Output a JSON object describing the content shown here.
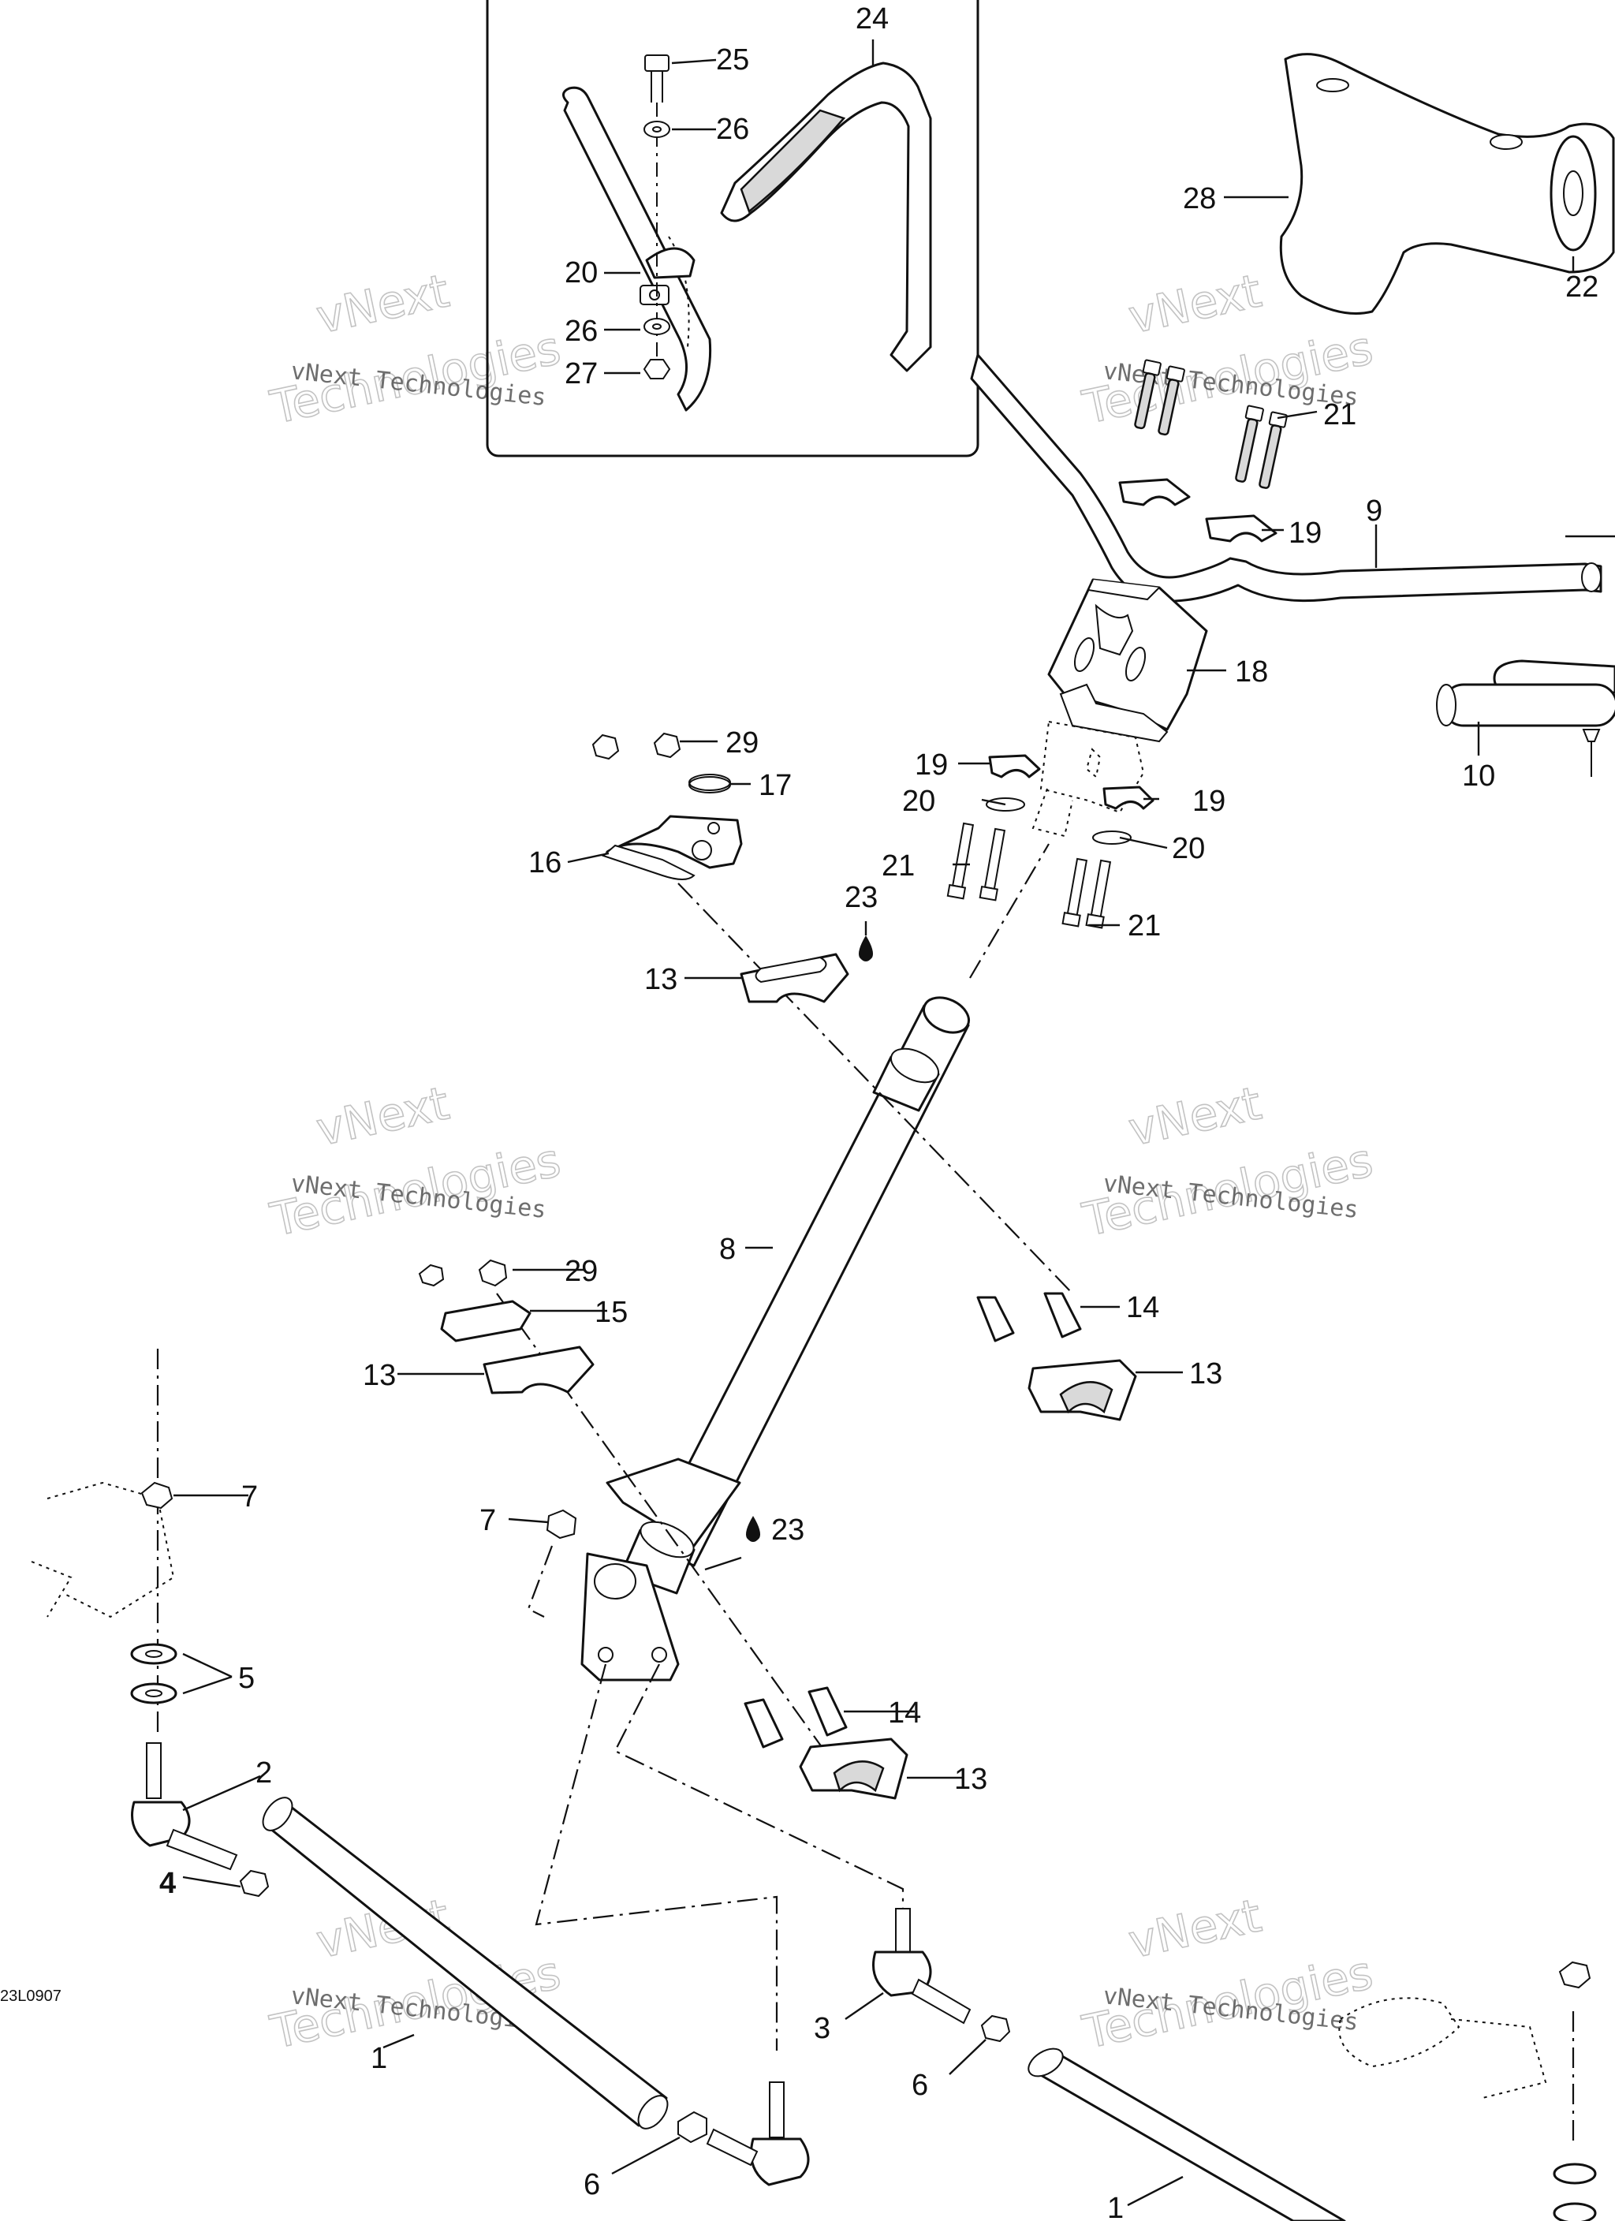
{
  "callouts": [
    {
      "label": "24",
      "bold": false
    },
    {
      "label": "25",
      "bold": false
    },
    {
      "label": "26",
      "bold": false
    },
    {
      "label": "20",
      "bold": false
    },
    {
      "label": "26",
      "bold": false
    },
    {
      "label": "27",
      "bold": false
    },
    {
      "label": "28",
      "bold": false
    },
    {
      "label": "22",
      "bold": false
    },
    {
      "label": "21",
      "bold": false
    },
    {
      "label": "19",
      "bold": false
    },
    {
      "label": "9",
      "bold": false
    },
    {
      "label": "18",
      "bold": false
    },
    {
      "label": "10",
      "bold": false
    },
    {
      "label": "29",
      "bold": false
    },
    {
      "label": "17",
      "bold": false
    },
    {
      "label": "16",
      "bold": false
    },
    {
      "label": "19",
      "bold": false
    },
    {
      "label": "20",
      "bold": false
    },
    {
      "label": "19",
      "bold": false
    },
    {
      "label": "21",
      "bold": false
    },
    {
      "label": "20",
      "bold": false
    },
    {
      "label": "23",
      "bold": false
    },
    {
      "label": "21",
      "bold": false
    },
    {
      "label": "13",
      "bold": false
    },
    {
      "label": "8",
      "bold": false
    },
    {
      "label": "29",
      "bold": false
    },
    {
      "label": "15",
      "bold": false
    },
    {
      "label": "13",
      "bold": false
    },
    {
      "label": "14",
      "bold": false
    },
    {
      "label": "13",
      "bold": false
    },
    {
      "label": "7",
      "bold": false
    },
    {
      "label": "7",
      "bold": false
    },
    {
      "label": "23",
      "bold": false
    },
    {
      "label": "5",
      "bold": false
    },
    {
      "label": "14",
      "bold": false
    },
    {
      "label": "2",
      "bold": false
    },
    {
      "label": "13",
      "bold": false
    },
    {
      "label": "4",
      "bold": true
    },
    {
      "label": "3",
      "bold": false
    },
    {
      "label": "1",
      "bold": false
    },
    {
      "label": "6",
      "bold": false
    },
    {
      "label": "6",
      "bold": false
    },
    {
      "label": "1",
      "bold": false
    }
  ],
  "reference_code": "23L0907",
  "watermarks": [
    {
      "top": "vNext",
      "middle": "vNext Technologies",
      "bottom": "Technologies"
    },
    {
      "top": "vNext",
      "middle": "vNext Technologies",
      "bottom": "Technologies"
    },
    {
      "top": "vNext",
      "middle": "vNext Technologies",
      "bottom": "Technologies"
    },
    {
      "top": "vNext",
      "middle": "vNext Technologies",
      "bottom": "Technologies"
    },
    {
      "top": "vNext",
      "middle": "vNext Technologies",
      "bottom": "Technologies"
    },
    {
      "top": "vNext",
      "middle": "vNext Technologies",
      "bottom": "Technologies"
    }
  ],
  "colors": {
    "line": "#111111",
    "shade": "#d9d9d9",
    "watermark": "#bdbdbd"
  }
}
